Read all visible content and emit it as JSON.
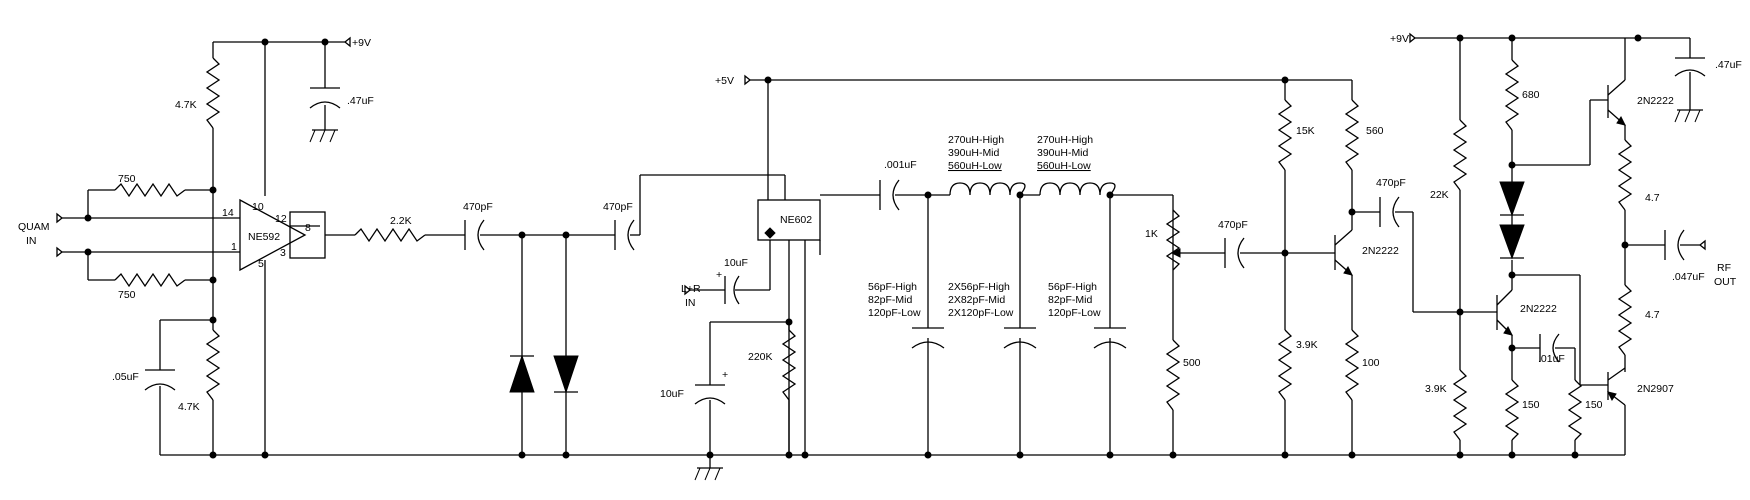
{
  "labels": {
    "quam_in": [
      "QUAM",
      "IN"
    ],
    "vplus9_left": "+9V",
    "c047_left": ".47uF",
    "r47k_top": "4.7K",
    "r750_top": "750",
    "r750_bot": "750",
    "pin14": "14",
    "pin10": "10",
    "pin12": "12",
    "pin8": "8",
    "pin1": "1",
    "pin5": "5",
    "pin3": "3",
    "ne592": "NE592",
    "c05": ".05uF",
    "r47k_bot": "4.7K",
    "r22k": "2.2K",
    "c470_1": "470pF",
    "c470_2": "470pF",
    "vplus5": "+5V",
    "ne602": "NE602",
    "c10uf_in": "10uF",
    "lr_in": [
      "L+R",
      "IN"
    ],
    "c10uf_bot": "10uF",
    "r220k": "220K",
    "c001": ".001uF",
    "l1": [
      "270uH-High",
      "390uH-Mid",
      "560uH-Low"
    ],
    "l2": [
      "270uH-High",
      "390uH-Mid",
      "560uH-Low"
    ],
    "c_56": [
      "56pF-High",
      "82pF-Mid",
      "120pF-Low"
    ],
    "c_2x": [
      "2X56pF-High",
      "2X82pF-Mid",
      "2X120pF-Low"
    ],
    "c_56b": [
      "56pF-High",
      "82pF-Mid",
      "120pF-Low"
    ],
    "pot1k": "1K",
    "r500": "500",
    "c470_3": "470pF",
    "r15k": "15K",
    "r39k_a": "3.9K",
    "r560": "560",
    "c470_4": "470pF",
    "q1": "2N2222",
    "r100": "100",
    "plus": "+",
    "vplus9_right": "+9V",
    "r22k_b": "22K",
    "r39k_b": "3.9K",
    "r680": "680",
    "q2": "2N2222",
    "c01": ".01uF",
    "r150_a": "150",
    "r150_b": "150",
    "q3": "2N2222",
    "c047_right": ".47uF",
    "r47_a": "4.7",
    "r47_b": "4.7",
    "c047_out": ".047uF",
    "rf_out": [
      "RF",
      "OUT"
    ],
    "q4": "2N2907"
  }
}
